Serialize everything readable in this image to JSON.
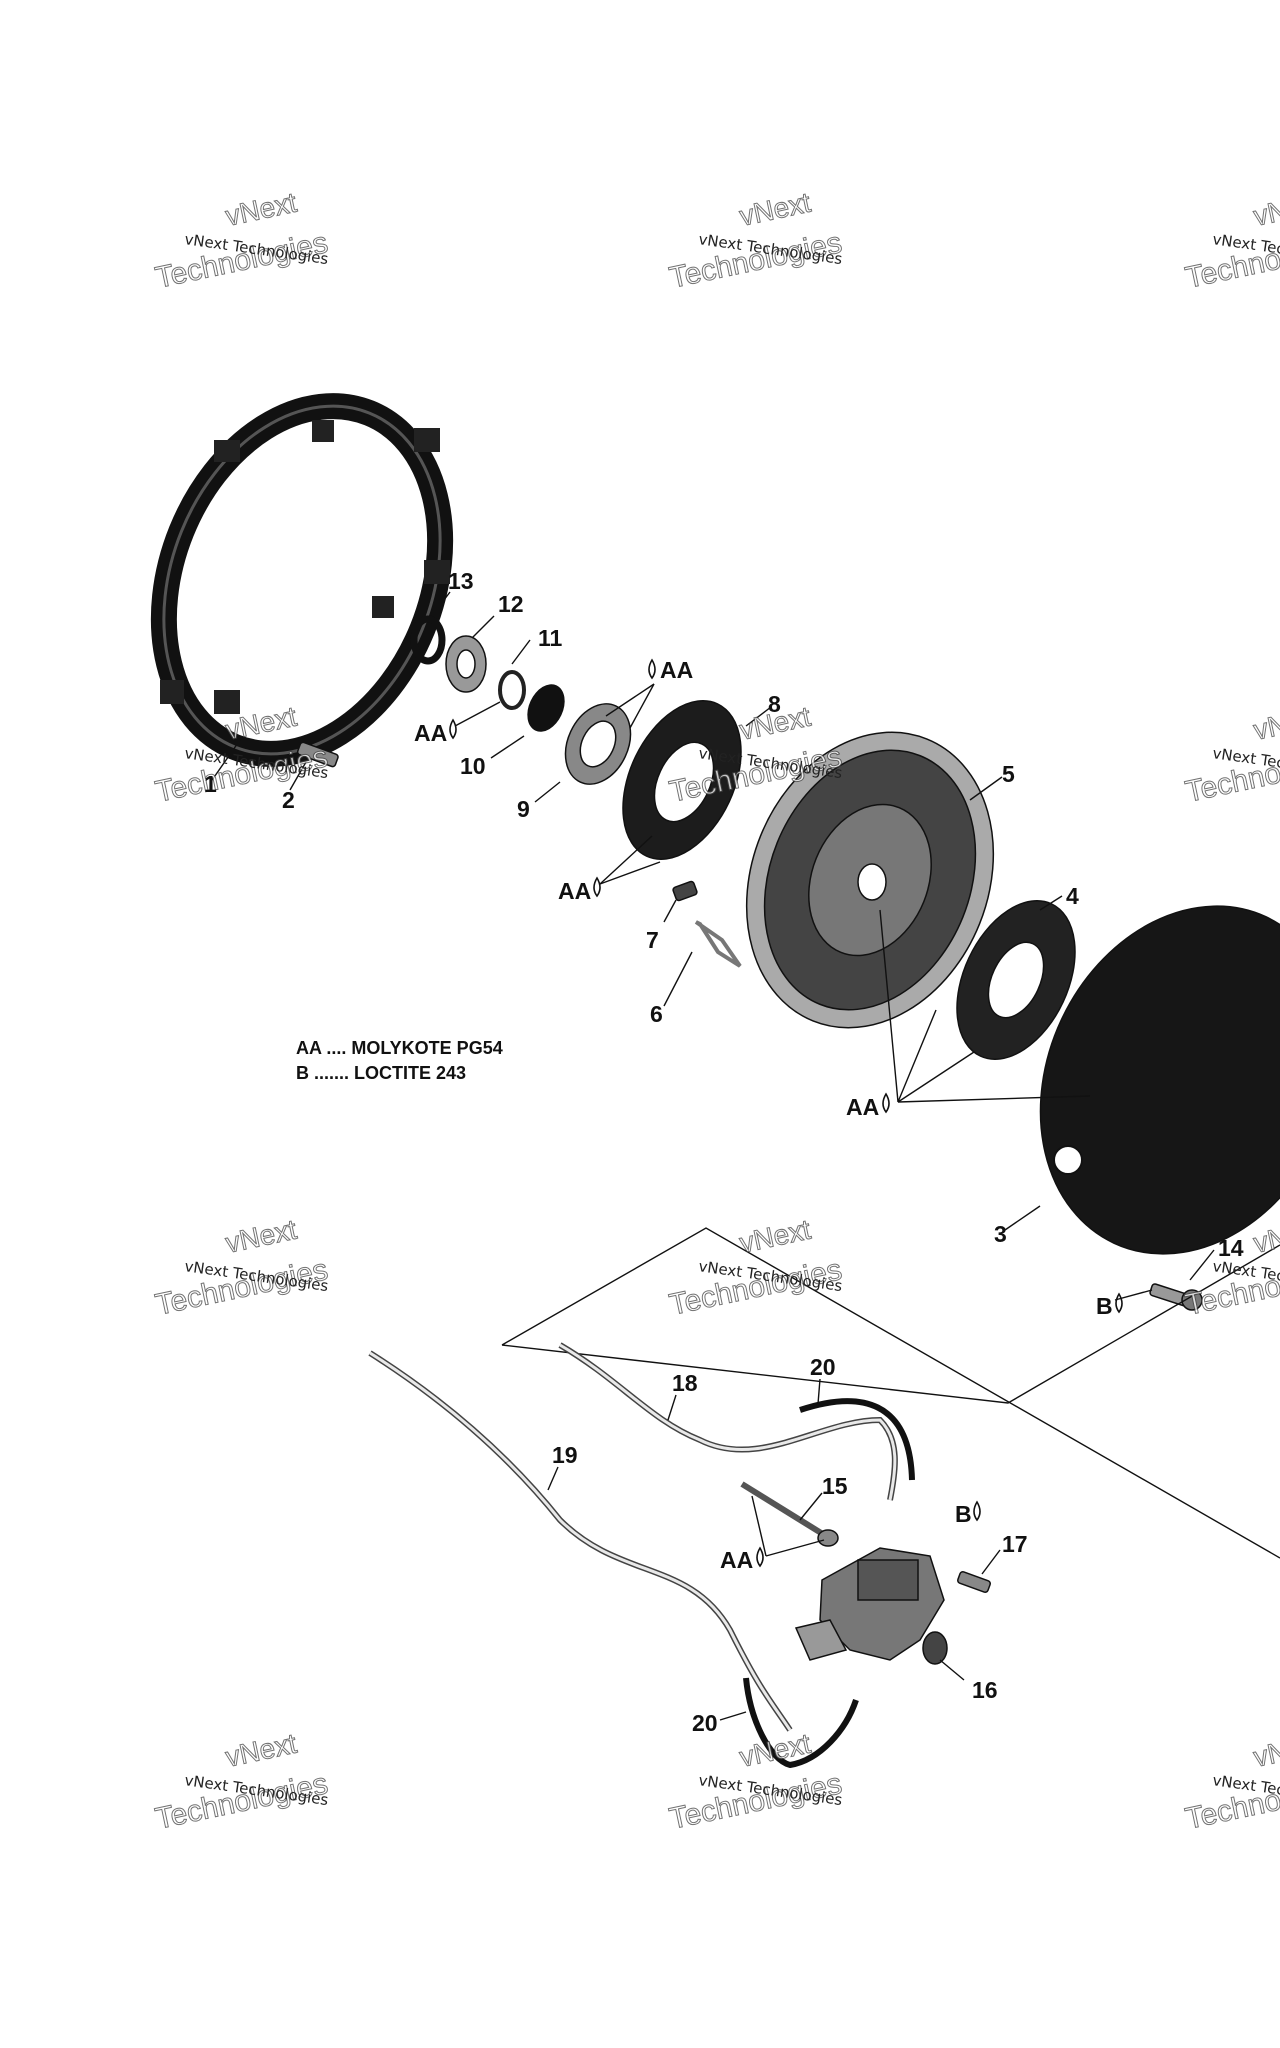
{
  "callouts": {
    "c1": "1",
    "c2": "2",
    "c3": "3",
    "c4": "4",
    "c5": "5",
    "c6": "6",
    "c7": "7",
    "c8": "8",
    "c9": "9",
    "c10": "10",
    "c11": "11",
    "c12": "12",
    "c13": "13",
    "c14": "14",
    "c15": "15",
    "c16": "16",
    "c17": "17",
    "c18": "18",
    "c19": "19",
    "c20a": "20",
    "c20b": "20"
  },
  "lube_marks": {
    "aa": "AA",
    "b": "B"
  },
  "legend": {
    "line1": "AA .... MOLYKOTE PG54",
    "line2": "B ....... LOCTITE 243"
  },
  "watermark": {
    "small": "vNext Technologies",
    "big_top": "vNext",
    "big_bottom": "Technologies"
  },
  "colors": {
    "ink": "#111111",
    "paper": "#ffffff",
    "part_dark": "#1a1a1a",
    "part_mid": "#777777",
    "part_light": "#c9c9c9"
  }
}
